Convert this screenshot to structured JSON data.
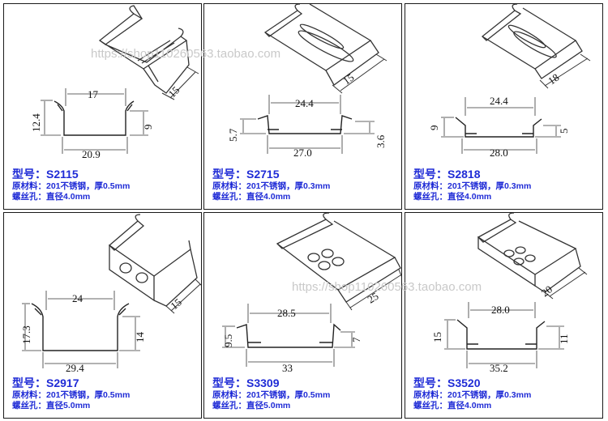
{
  "watermark": "https://shop110260563.taobao.com",
  "labels": {
    "model_prefix": "型号：",
    "material_prefix": "原材料：",
    "hole_prefix": "螺丝孔："
  },
  "products": [
    {
      "model": "S2115",
      "material": "201不锈钢，厚0.5mm",
      "hole": "直径4.0mm",
      "dims": {
        "top": "17",
        "bottom": "20.9",
        "left": "12.4",
        "right": "9",
        "depth": "15"
      }
    },
    {
      "model": "S2715",
      "material": "201不锈钢，厚0.3mm",
      "hole": "直径4.0mm",
      "dims": {
        "top": "24.4",
        "bottom": "27.0",
        "left": "5.7",
        "right": "3.6",
        "depth": "15"
      }
    },
    {
      "model": "S2818",
      "material": "201不锈钢，厚0.3mm",
      "hole": "直径4.0mm",
      "dims": {
        "top": "24.4",
        "bottom": "28.0",
        "left": "9",
        "right": "5",
        "depth": "18"
      }
    },
    {
      "model": "S2917",
      "material": "201不锈钢，厚0.5mm",
      "hole": "直径5.0mm",
      "dims": {
        "top": "24",
        "bottom": "29.4",
        "left": "17.3",
        "right": "14",
        "depth": "15"
      }
    },
    {
      "model": "S3309",
      "material": "201不锈钢，厚0.5mm",
      "hole": "直径5.0mm",
      "dims": {
        "top": "28.5",
        "bottom": "33",
        "left": "9.5",
        "right": "7",
        "depth": "25"
      }
    },
    {
      "model": "S3520",
      "material": "201不锈钢，厚0.3mm",
      "hole": "直径4.0mm",
      "dims": {
        "top": "28.0",
        "bottom": "35.2",
        "left": "15",
        "right": "11",
        "depth": "20"
      }
    }
  ]
}
